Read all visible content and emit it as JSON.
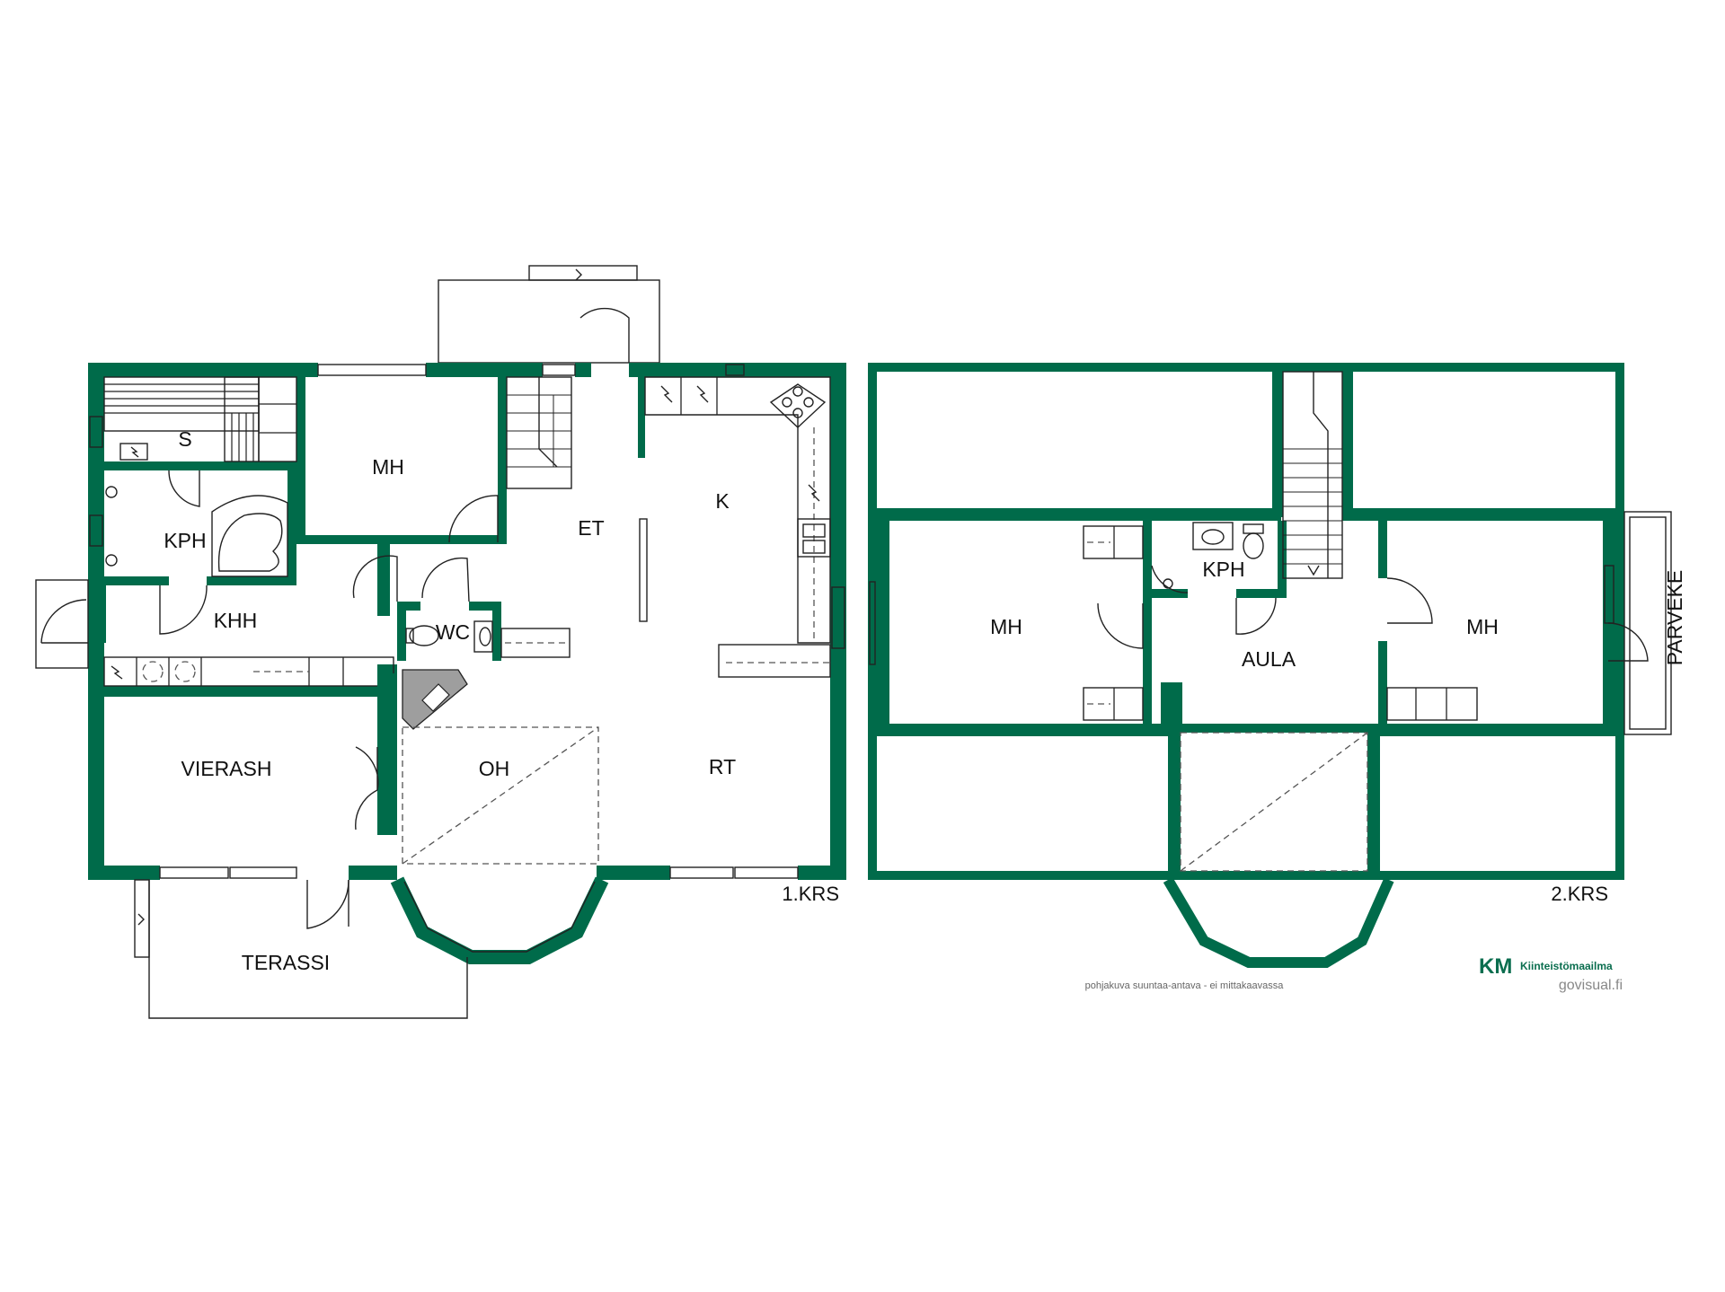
{
  "colors": {
    "wall": "#006b4a",
    "line": "#222222",
    "brand": "#0b6e4f",
    "brand_light": "#2fbf71"
  },
  "floor1": {
    "label": "1.KRS",
    "rooms": {
      "s": "S",
      "mh": "MH",
      "kph": "KPH",
      "khh": "KHH",
      "et": "ET",
      "k": "K",
      "wc": "WC",
      "vierash": "VIERASH",
      "oh": "OH",
      "rt": "RT",
      "terassi": "TERASSI"
    }
  },
  "floor2": {
    "label": "2.KRS",
    "rooms": {
      "mh_left": "MH",
      "kph": "KPH",
      "aula": "AULA",
      "mh_right": "MH",
      "parveke": "PARVEKE"
    }
  },
  "footer": {
    "disclaimer": "pohjakuva suuntaa-antava - ei mittakaavassa",
    "brand_mark": "KM",
    "brand_name": "Kiinteistömaailma",
    "credit": "govisual.fi"
  },
  "icons": [
    "stair-icon",
    "stove-icon",
    "sink-icon",
    "toilet-icon",
    "bathtub-icon",
    "shower-icon",
    "electric-heater-icon",
    "door-swing-icon",
    "fireplace-icon"
  ]
}
